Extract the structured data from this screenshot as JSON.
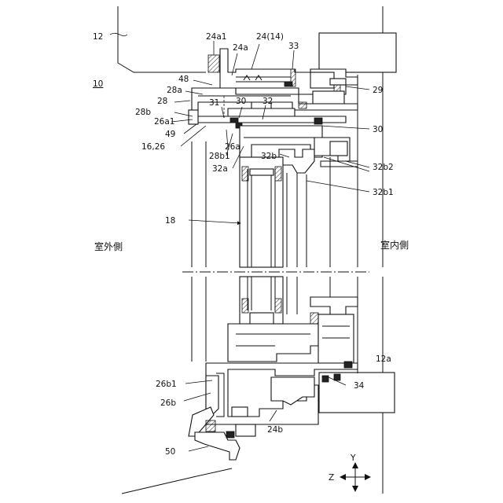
{
  "labels": {
    "ref_10": "10",
    "ref_12": "12",
    "ref_12a": "12a",
    "ref_24a1": "24a1",
    "ref_24_14": "24(14)",
    "ref_24a": "24a",
    "ref_33": "33",
    "ref_48": "48",
    "ref_28a": "28a",
    "ref_28": "28",
    "ref_31": "31",
    "ref_30_top": "30",
    "ref_32": "32",
    "ref_29": "29",
    "ref_28b": "28b",
    "ref_26a1": "26a1",
    "ref_49": "49",
    "ref_16_26": "16,26",
    "ref_26a": "26a",
    "ref_28b1": "28b1",
    "ref_30_right": "30",
    "ref_32a": "32a",
    "ref_32b": "32b",
    "ref_32b2": "32b2",
    "ref_32b1": "32b1",
    "ref_18": "18",
    "ref_26b1": "26b1",
    "ref_26b": "26b",
    "ref_34": "34",
    "ref_24b": "24b",
    "ref_50": "50"
  },
  "sides": {
    "outdoor": "室外側",
    "indoor": "室内側"
  },
  "axes": {
    "y": "Y",
    "z": "Z"
  }
}
